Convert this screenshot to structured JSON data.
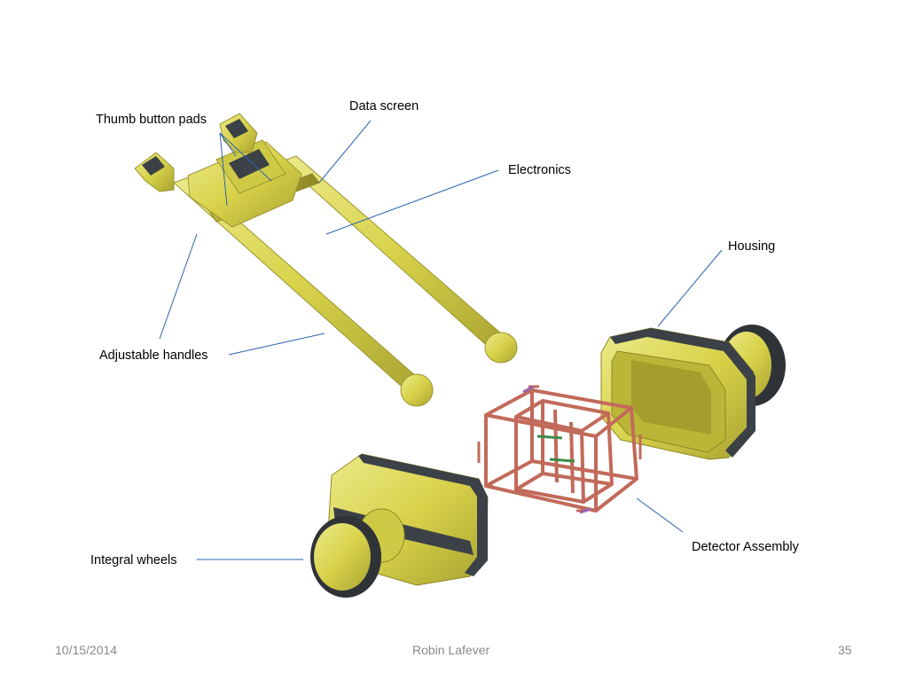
{
  "labels": {
    "thumb_button_pads": "Thumb button pads",
    "data_screen": "Data screen",
    "electronics": "Electronics",
    "housing": "Housing",
    "adjustable_handles": "Adjustable handles",
    "detector_assembly": "Detector Assembly",
    "integral_wheels": "Integral wheels"
  },
  "footer": {
    "date": "10/15/2014",
    "author": "Robin Lafever",
    "page_number": "35"
  },
  "colors": {
    "body_yellow": "#d8d24a",
    "body_shadow": "#a9a332",
    "dark_band": "#3b4147",
    "tire": "#2f3338",
    "frame": "#c26a5a",
    "leader": "#2a62b0"
  }
}
